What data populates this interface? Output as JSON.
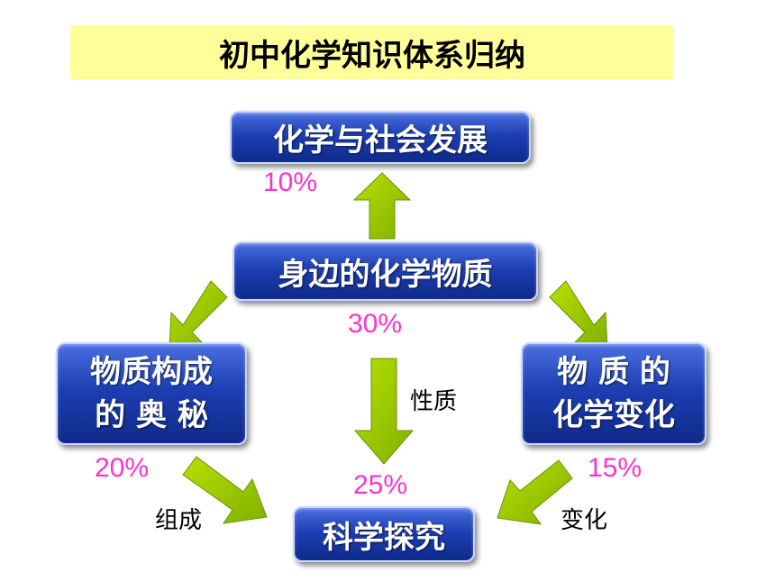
{
  "title": "初中化学知识体系归纳",
  "nodes": {
    "society": "化学与社会发展",
    "substances": "身边的化学物质",
    "structure_line1": "物质构成",
    "structure_line2": "的 奥 秘",
    "change_line1": "物 质 的",
    "change_line2": "化学变化",
    "inquiry": "科学探究"
  },
  "percentages": {
    "society": "10%",
    "substances": "30%",
    "structure": "20%",
    "inquiry": "25%",
    "change": "15%"
  },
  "edge_labels": {
    "properties": "性质",
    "composition": "组成",
    "change": "变化"
  },
  "colors": {
    "title_bg": "#ffff99",
    "node_fill": "#1d3fb3",
    "arrow_fill": "#99cc00",
    "percent_text": "#ff33cc"
  }
}
